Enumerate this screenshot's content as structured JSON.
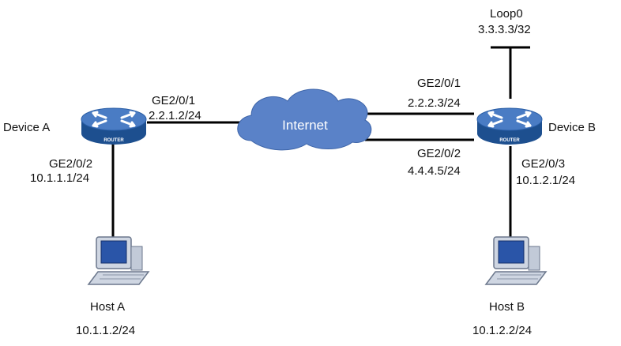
{
  "colors": {
    "link": "#000000",
    "router_body": "#1d4f8f",
    "router_top": "#4a7cc4",
    "cloud": "#5a82c8",
    "host_screen": "#2a55a8",
    "host_body": "#cfd6e2"
  },
  "devices": {
    "device_a": {
      "name": "Device A",
      "badge": "ROUTER"
    },
    "device_b": {
      "name": "Device B",
      "badge": "ROUTER"
    }
  },
  "cloud": {
    "label": "Internet"
  },
  "loopback": {
    "name": "Loop0",
    "ip": "3.3.3.3/32"
  },
  "interfaces": {
    "a_ge201": {
      "name": "GE2/0/1",
      "ip": "2.2.1.2/24"
    },
    "a_ge202": {
      "name": "GE2/0/2",
      "ip": "10.1.1.1/24"
    },
    "b_ge201": {
      "name": "GE2/0/1",
      "ip": "2.2.2.3/24"
    },
    "b_ge202": {
      "name": "GE2/0/2",
      "ip": "4.4.4.5/24"
    },
    "b_ge203": {
      "name": "GE2/0/3",
      "ip": "10.1.2.1/24"
    }
  },
  "hosts": {
    "host_a": {
      "name": "Host A",
      "ip": "10.1.1.2/24"
    },
    "host_b": {
      "name": "Host B",
      "ip": "10.1.2.2/24"
    }
  },
  "icons": [
    "router-icon",
    "cloud-icon",
    "host-computer-icon"
  ]
}
